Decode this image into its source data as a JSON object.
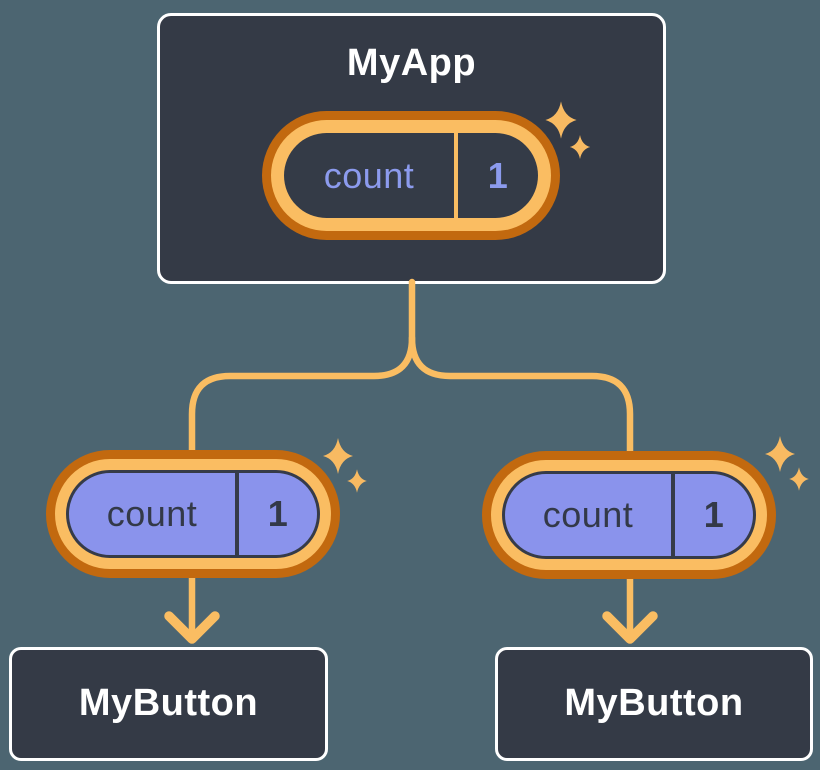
{
  "icons": {
    "sparkle": "✦ four-point star",
    "arrowhead": "▼ downward chevron"
  },
  "colors": {
    "background": "#4c6571",
    "node_fill": "#343a46",
    "node_border": "#ffffff",
    "wire_light_orange": "#fabd62",
    "wire_dark_orange": "#c2690f",
    "prop_pill_fill": "#8a93ec",
    "state_text_purple": "#8c9bee",
    "dark_text": "#333948",
    "title_text": "#ffffff"
  },
  "tree": {
    "root": {
      "title": "MyApp",
      "state_pill": {
        "label": "count",
        "value": "1"
      }
    },
    "children": [
      {
        "title": "MyButton",
        "prop_pill": {
          "label": "count",
          "value": "1"
        }
      },
      {
        "title": "MyButton",
        "prop_pill": {
          "label": "count",
          "value": "1"
        }
      }
    ]
  }
}
